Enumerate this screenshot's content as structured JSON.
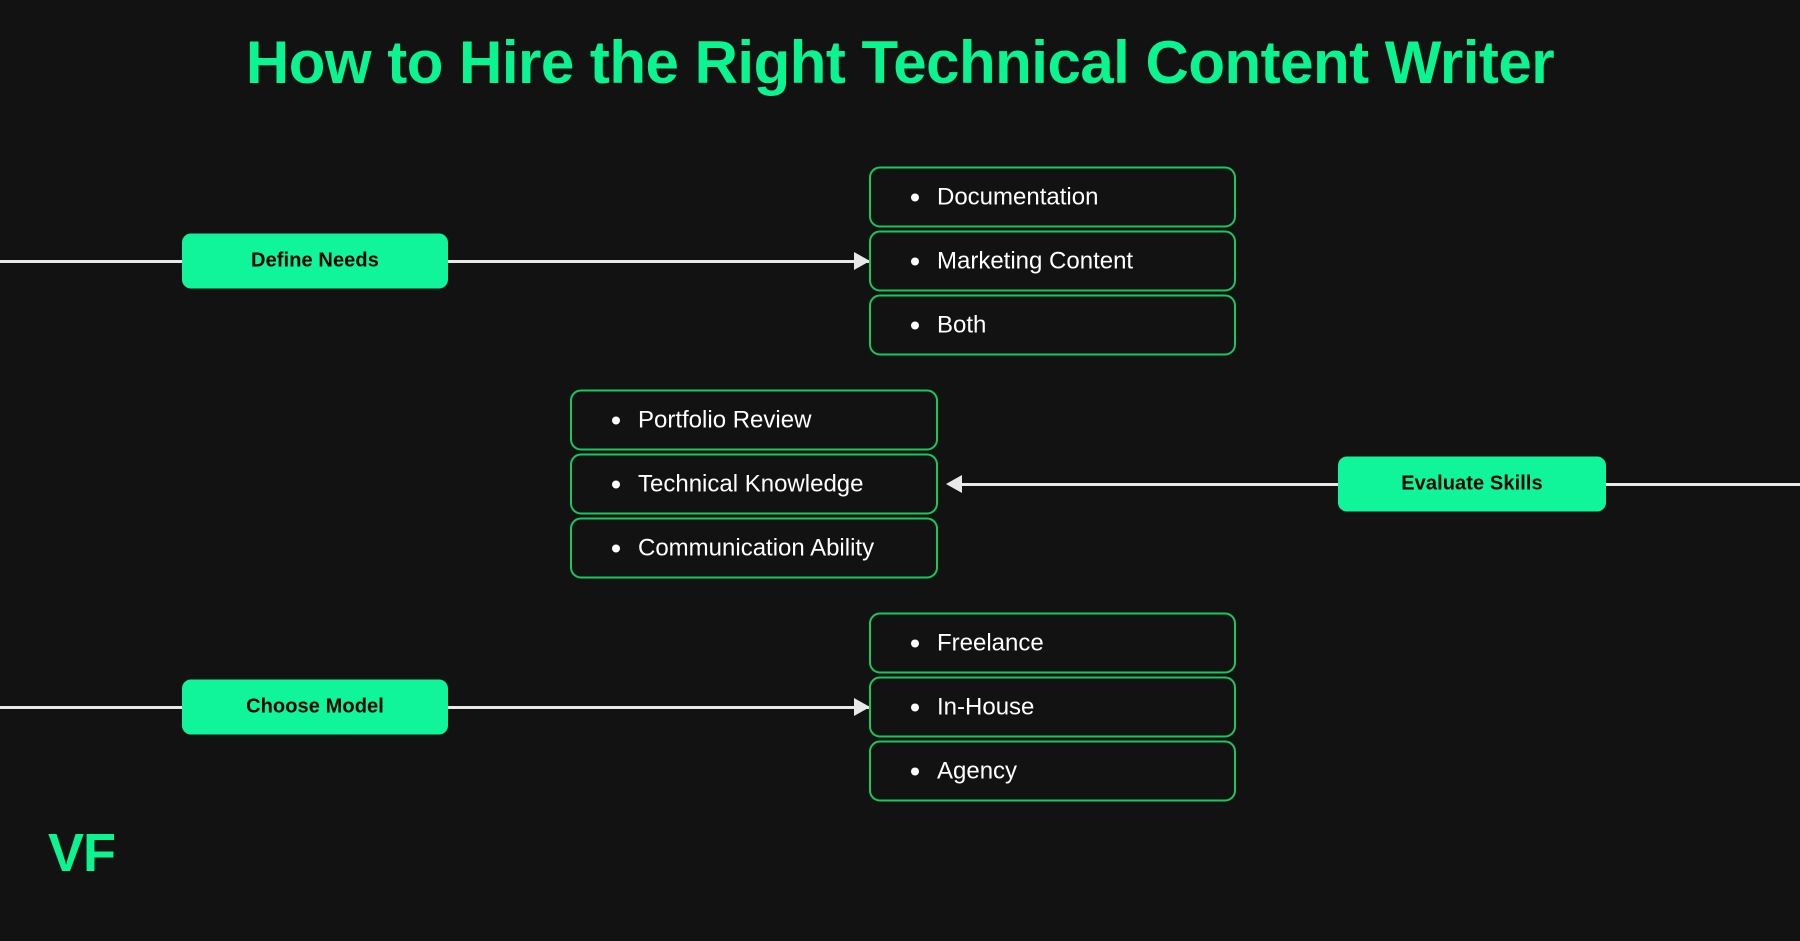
{
  "theme": {
    "background": "#121212",
    "accent_green": "#10F59A",
    "title_green": "#0AF58F",
    "border_green": "#16C95F",
    "line_color": "#e9e9e9",
    "text_on_accent": "#050505",
    "option_text": "#ffffff"
  },
  "title": "How to Hire the Right Technical Content Writer",
  "logo": "VF",
  "flow": {
    "steps": [
      {
        "id": "define-needs",
        "stage_label": "Define Needs",
        "direction": "right",
        "options": [
          "Documentation",
          "Marketing Content",
          "Both"
        ]
      },
      {
        "id": "evaluate-skills",
        "stage_label": "Evaluate Skills",
        "direction": "left",
        "options": [
          "Portfolio Review",
          "Technical Knowledge",
          "Communication Ability"
        ]
      },
      {
        "id": "choose-model",
        "stage_label": "Choose Model",
        "direction": "right",
        "options": [
          "Freelance",
          "In-House",
          "Agency"
        ]
      }
    ]
  }
}
